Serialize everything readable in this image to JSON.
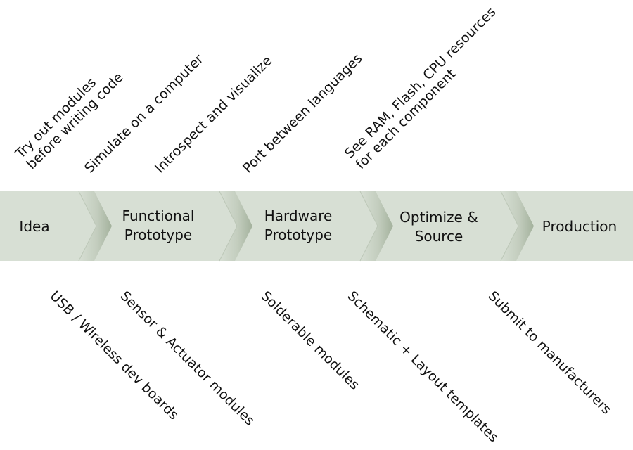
{
  "colors": {
    "band": "#d7dfd4",
    "chevron_shade": "#a8b6a1",
    "chevron_edge": "#bcc7b7",
    "text": "#111111"
  },
  "stages": [
    {
      "id": "idea",
      "lines": [
        "Idea"
      ]
    },
    {
      "id": "functional-prototype",
      "lines": [
        "Functional",
        "Prototype"
      ]
    },
    {
      "id": "hardware-prototype",
      "lines": [
        "Hardware",
        "Prototype"
      ]
    },
    {
      "id": "optimize-source",
      "lines": [
        "Optimize &",
        "Source"
      ]
    },
    {
      "id": "production",
      "lines": [
        "Production"
      ]
    }
  ],
  "top_notes": [
    {
      "id": "try-out-modules",
      "lines": [
        "Try out modules",
        "before writing code"
      ]
    },
    {
      "id": "simulate",
      "lines": [
        "Simulate on a computer"
      ]
    },
    {
      "id": "introspect",
      "lines": [
        "Introspect and visualize"
      ]
    },
    {
      "id": "port",
      "lines": [
        "Port between languages"
      ]
    },
    {
      "id": "resources",
      "lines": [
        "See RAM, Flash, CPU resources",
        "for each component"
      ]
    }
  ],
  "bottom_notes": [
    {
      "id": "dev-boards",
      "lines": [
        "USB / Wireless dev boards"
      ]
    },
    {
      "id": "sensor-modules",
      "lines": [
        "Sensor & Actuator modules"
      ]
    },
    {
      "id": "solderable-modules",
      "lines": [
        "Solderable modules"
      ]
    },
    {
      "id": "schematic-templates",
      "lines": [
        "Schematic + Layout templates"
      ]
    },
    {
      "id": "submit-manufacturers",
      "lines": [
        "Submit to manufacturers"
      ]
    }
  ]
}
